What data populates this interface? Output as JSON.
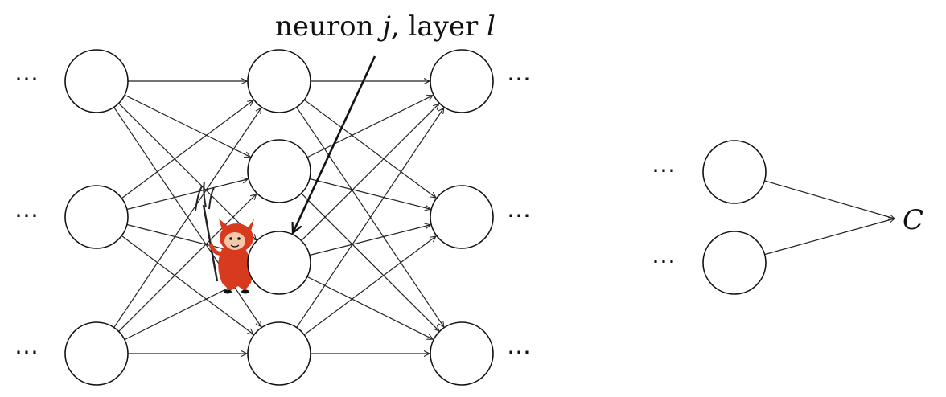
{
  "annotation": {
    "prefix": "neuron ",
    "neuron_symbol": "j",
    "separator": ", layer ",
    "layer_symbol": "l"
  },
  "ellipsis": "⋯",
  "output_symbol": "C",
  "demon": {
    "body_color": "#d83a1e",
    "face_color": "#f5c9a8"
  },
  "network": {
    "left_layer_nodes": 3,
    "middle_layer_nodes": 4,
    "right_layer_nodes": 3,
    "output_side_nodes": 2,
    "highlighted": "middle-layer-node-3"
  }
}
